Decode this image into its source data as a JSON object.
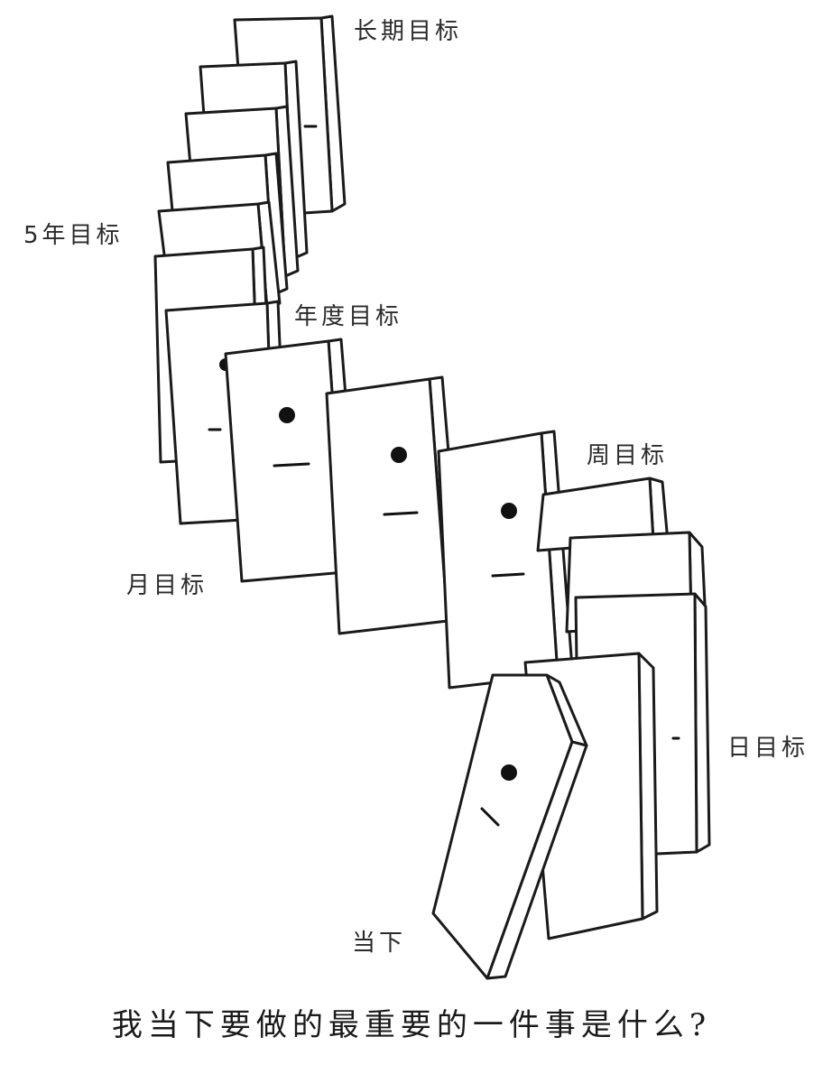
{
  "diagram": {
    "labels": {
      "long_term": "长期目标",
      "five_year": "5年目标",
      "annual": "年度目标",
      "monthly": "月目标",
      "weekly": "周目标",
      "daily": "日目标",
      "now": "当下"
    },
    "question": "我当下要做的最重要的一件事是什么?",
    "colors": {
      "ink": "#1a1a1a",
      "background": "#ffffff"
    }
  }
}
